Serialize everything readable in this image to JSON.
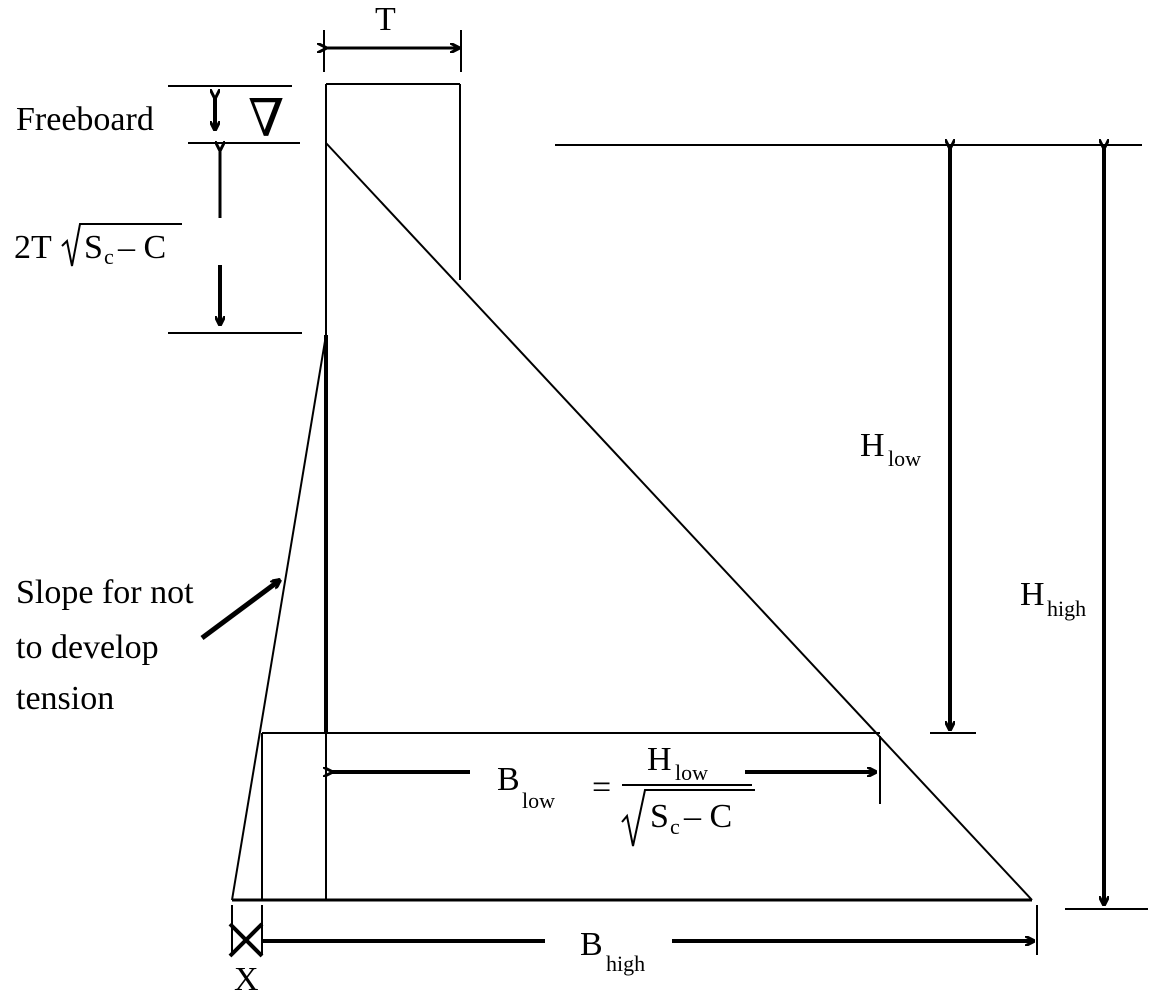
{
  "labels": {
    "top_width": "T",
    "freeboard": "Freeboard",
    "water_level_symbol": "∇",
    "depth_coef": "2T",
    "sc": "S",
    "sc_sub": "c",
    "minus_c": "– C",
    "h": "H",
    "low_sub": "low",
    "high_sub": "high",
    "b": "B",
    "equals": "=",
    "tension_note": [
      "Slope for not",
      "to develop",
      "tension"
    ],
    "x": "X"
  }
}
